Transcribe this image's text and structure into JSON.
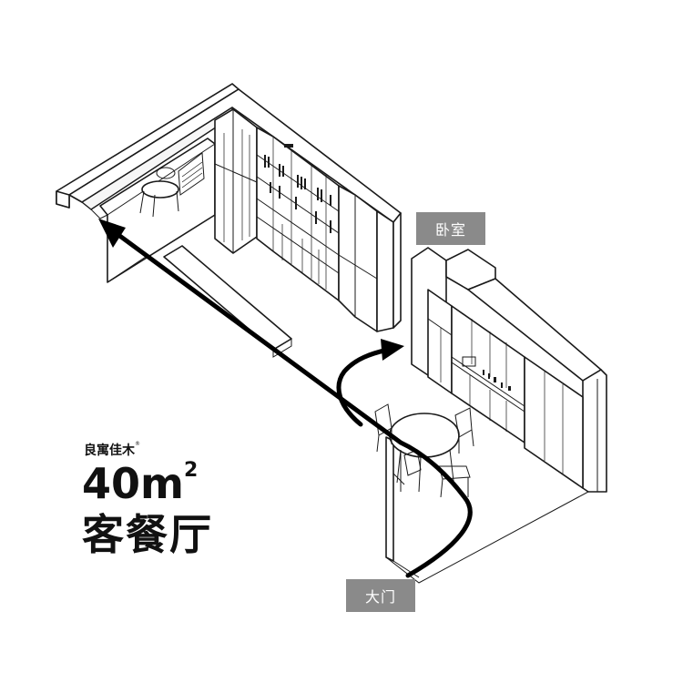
{
  "labels": {
    "bedroom": "卧室",
    "entrance": "大门"
  },
  "brand": {
    "name": "良寓佳木",
    "mark": "®"
  },
  "headline": {
    "area_value": "40",
    "area_unit": "m",
    "area_unit_sup": "2",
    "room_name": "客餐厅"
  },
  "colors": {
    "tag_background": "#8a8a8a",
    "line": "#1a1a1a",
    "route": "#000000"
  },
  "icons": [
    "route-arrow-icon",
    "route-arrow-icon"
  ]
}
